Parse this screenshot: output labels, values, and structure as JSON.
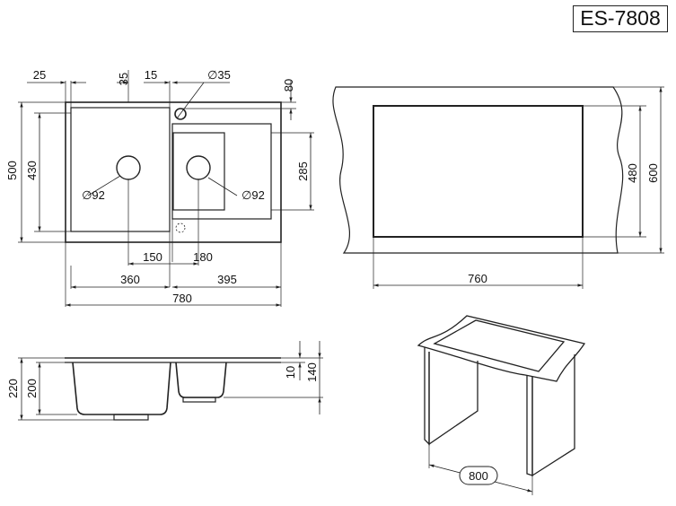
{
  "model": "ES-7808",
  "top_view": {
    "dims": {
      "left_margin": "25",
      "big_bowl_offset": "35",
      "bowl_gap": "15",
      "tap_hole": "∅35",
      "tap_offset": "80",
      "height_total": "500",
      "big_bowl_height": "430",
      "small_bowl_height": "285",
      "drain_big": "∅92",
      "drain_small": "∅92",
      "drain_dist_1": "150",
      "drain_dist_2": "180",
      "big_bowl_width": "360",
      "small_section_width": "395",
      "total_width": "780"
    }
  },
  "cutout_view": {
    "dims": {
      "width": "760",
      "height_inner": "480",
      "height_outer": "600"
    }
  },
  "side_view": {
    "dims": {
      "total_depth": "220",
      "big_bowl_depth": "200",
      "rim": "10",
      "small_bowl_depth": "140"
    }
  },
  "cabinet_view": {
    "dims": {
      "cabinet_width": "800"
    }
  }
}
